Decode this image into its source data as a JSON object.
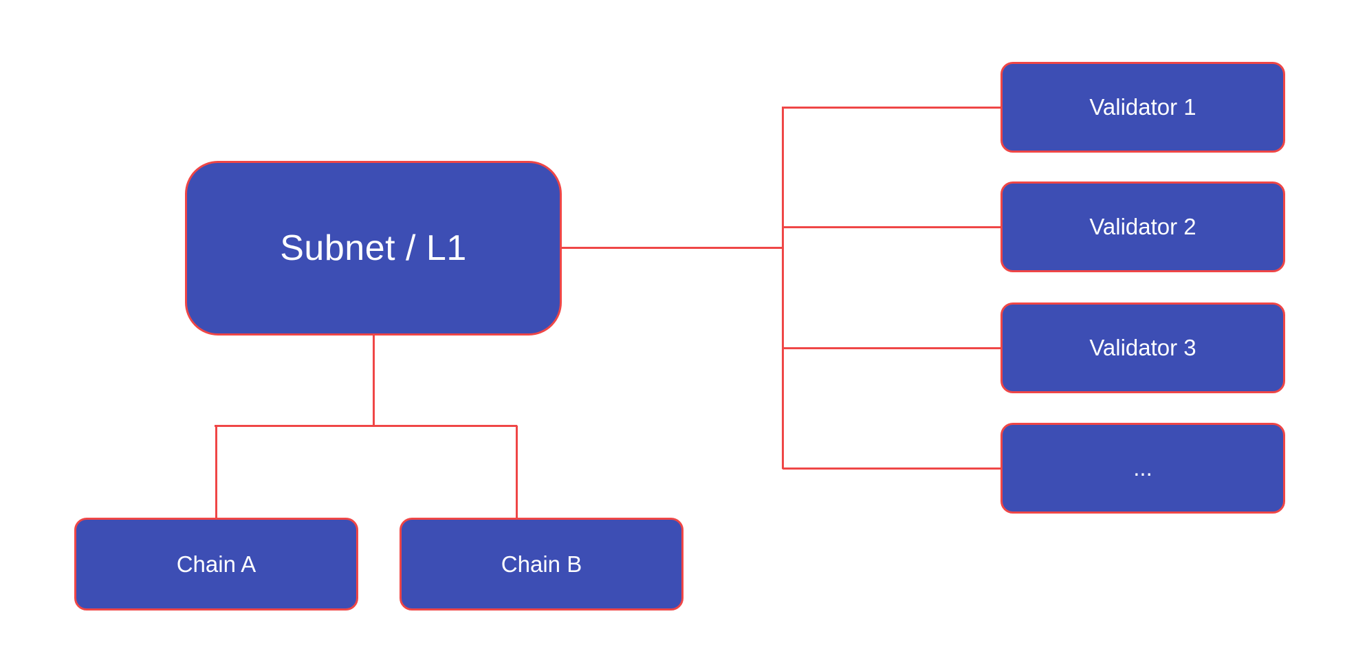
{
  "diagram": {
    "colors": {
      "background": "#ffffff",
      "box_fill": "#3d4eb4",
      "box_border": "#ef4646",
      "connector": "#ef4646",
      "label_text": "#ffffff"
    },
    "nodes": {
      "subnet": {
        "label": "Subnet / L1"
      },
      "validators": [
        {
          "label": "Validator 1"
        },
        {
          "label": "Validator 2"
        },
        {
          "label": "Validator 3"
        },
        {
          "label": "..."
        }
      ],
      "chains": [
        {
          "label": "Chain A"
        },
        {
          "label": "Chain B"
        }
      ]
    }
  }
}
